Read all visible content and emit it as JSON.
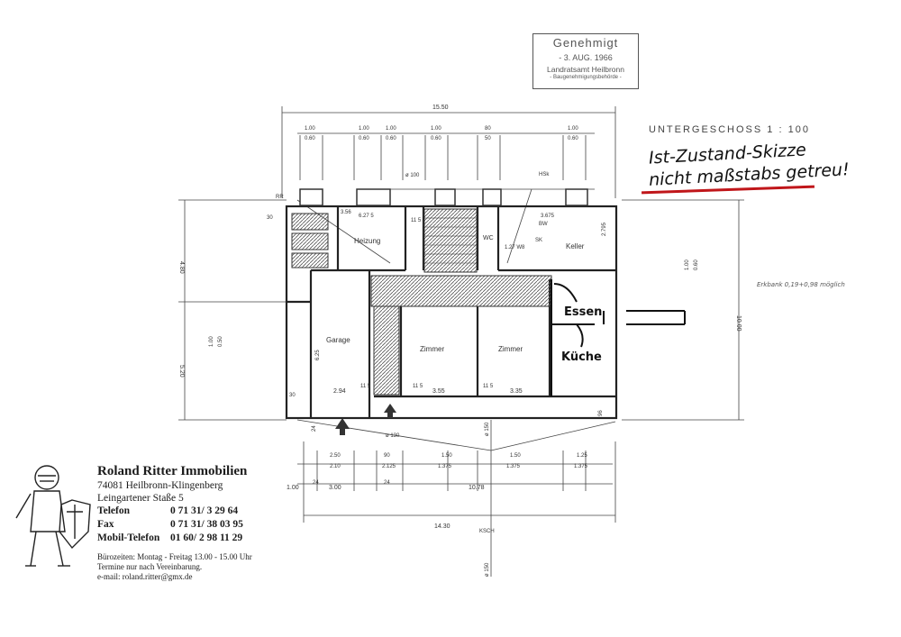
{
  "stamp": {
    "title": "Genehmigt",
    "date": "- 3. AUG. 1966",
    "office": "Landratsamt Heilbronn",
    "authority": "- Baugenehmigungsbehörde -"
  },
  "title": "UNTERGESCHOSS   1 : 100",
  "handwritten": {
    "line1": "Ist-Zustand-Skizze",
    "line2": "nicht maßstabs getreu!",
    "side_note": "Erkbank 0,19+0,98 möglich",
    "essen": "Essen",
    "kuche": "Küche"
  },
  "rooms": {
    "heizung": "Heizung",
    "keller": "Keller",
    "garage": "Garage",
    "zimmer1": "Zimmer",
    "zimmer2": "Zimmer",
    "wc": "WC",
    "bw": "BW"
  },
  "dims": {
    "total_top": "15.50",
    "total_bottom": "14.30",
    "right_height": "10.00",
    "left_upper": "4.80",
    "left_lower": "5.20",
    "top_openings": [
      "1.00",
      "1.00",
      "1.00",
      "1.00",
      "80",
      "1.00"
    ],
    "top_openings_sub": [
      "0.60",
      "0.60",
      "0.60",
      "0.60",
      "50",
      "0.60"
    ],
    "bottom_openings": [
      "2.50",
      "90",
      "1.50",
      "1.50",
      "1.25"
    ],
    "bottom_openings_sub": [
      "2.10",
      "2.125",
      "1.375",
      "1.375",
      "1.375"
    ],
    "bottom_chain": [
      "1.00",
      "24",
      "3.00",
      "24",
      "10.78"
    ],
    "garage_width": "2.94",
    "zimmer1_width": "3.55",
    "zimmer2_width": "3.35",
    "garage_depth": "6.25",
    "heiz_a": "3.56",
    "heiz_b": "6.27 5",
    "side_30a": "30",
    "side_30b": "30",
    "r_24": "24",
    "r_96": "96",
    "keller_a": "3.675",
    "keller_b": "2.795",
    "kell_c": "1.27 W8",
    "small_115a": "11 5",
    "small_115b": "11 5",
    "small_115c": "11 5",
    "small_115d": "11 5",
    "win_r1": "1.00",
    "win_r2": "0.60",
    "win_l1": "1.00",
    "win_l2": "0.50",
    "hsk": "HSk",
    "ksch": "KSCH",
    "sk": "SK",
    "rr": "RR",
    "d100": "ø 100",
    "d150a": "ø 150",
    "d150b": "ø 150",
    "d130": "ø 130"
  },
  "card": {
    "company": "Roland Ritter Immobilien",
    "address1": "74081 Heilbronn-Klingenberg",
    "address2": "Leingartener Staße 5",
    "phone_label": "Telefon",
    "phone": "0 71 31/   3 29 64",
    "fax_label": "Fax",
    "fax": "0 71 31/ 38 03 95",
    "mobile_label": "Mobil-Telefon",
    "mobile": "01 60/ 2 98 11 29",
    "hours": "Bürozeiten: Montag - Freitag  13.00 - 15.00 Uhr",
    "appointment": "Termine nur nach Vereinbarung.",
    "email": "e-mail: roland.ritter@gmx.de"
  }
}
